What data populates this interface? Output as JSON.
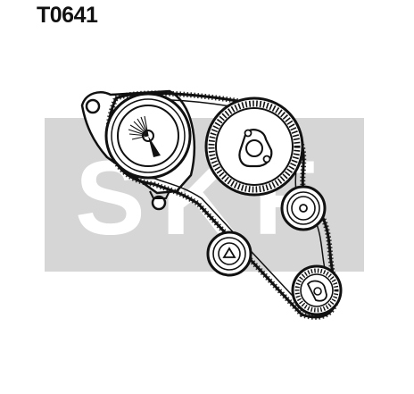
{
  "part_number": "T0641",
  "logo": {
    "text": "SKF",
    "color": "#d6d6d6"
  },
  "colors": {
    "ink": "#111111",
    "logo_gray": "#d6d6d6",
    "background": "#ffffff"
  },
  "components": [
    "tensioner-pulley",
    "camshaft-sprocket",
    "idler-pulley-right",
    "idler-pulley-lower",
    "crankshaft-sprocket",
    "timing-belt"
  ]
}
